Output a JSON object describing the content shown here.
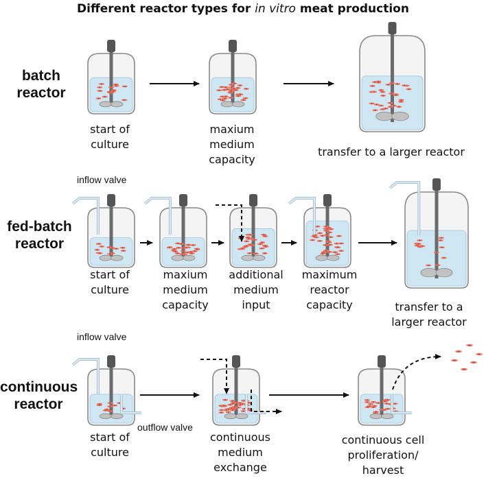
{
  "title": {
    "prefix": "Different reactor types for ",
    "italic": "in vitro",
    "suffix": " meat production"
  },
  "rows": {
    "batch": {
      "label": "batch reactor",
      "captions": [
        "start of culture",
        "maxium medium capacity",
        "transfer to a larger reactor"
      ]
    },
    "fedbatch": {
      "label": "fed-batch reactor",
      "captions": [
        "start of culture",
        "maxium medium capacity",
        "additional medium input",
        "maximum reactor capacity",
        "transfer to a larger reactor"
      ],
      "valve_label": "inflow valve"
    },
    "continuous": {
      "label": "continuous reactor",
      "captions": [
        "start of culture",
        "continuous medium exchange",
        "continuous cell proliferation/ harvest"
      ],
      "inflow_label": "inflow valve",
      "outflow_label": "outflow valve"
    }
  },
  "colors": {
    "medium": "#cfe6f3",
    "vessel": "#888888",
    "cells": "#e8735e",
    "shaft": "#6b6b6b"
  }
}
